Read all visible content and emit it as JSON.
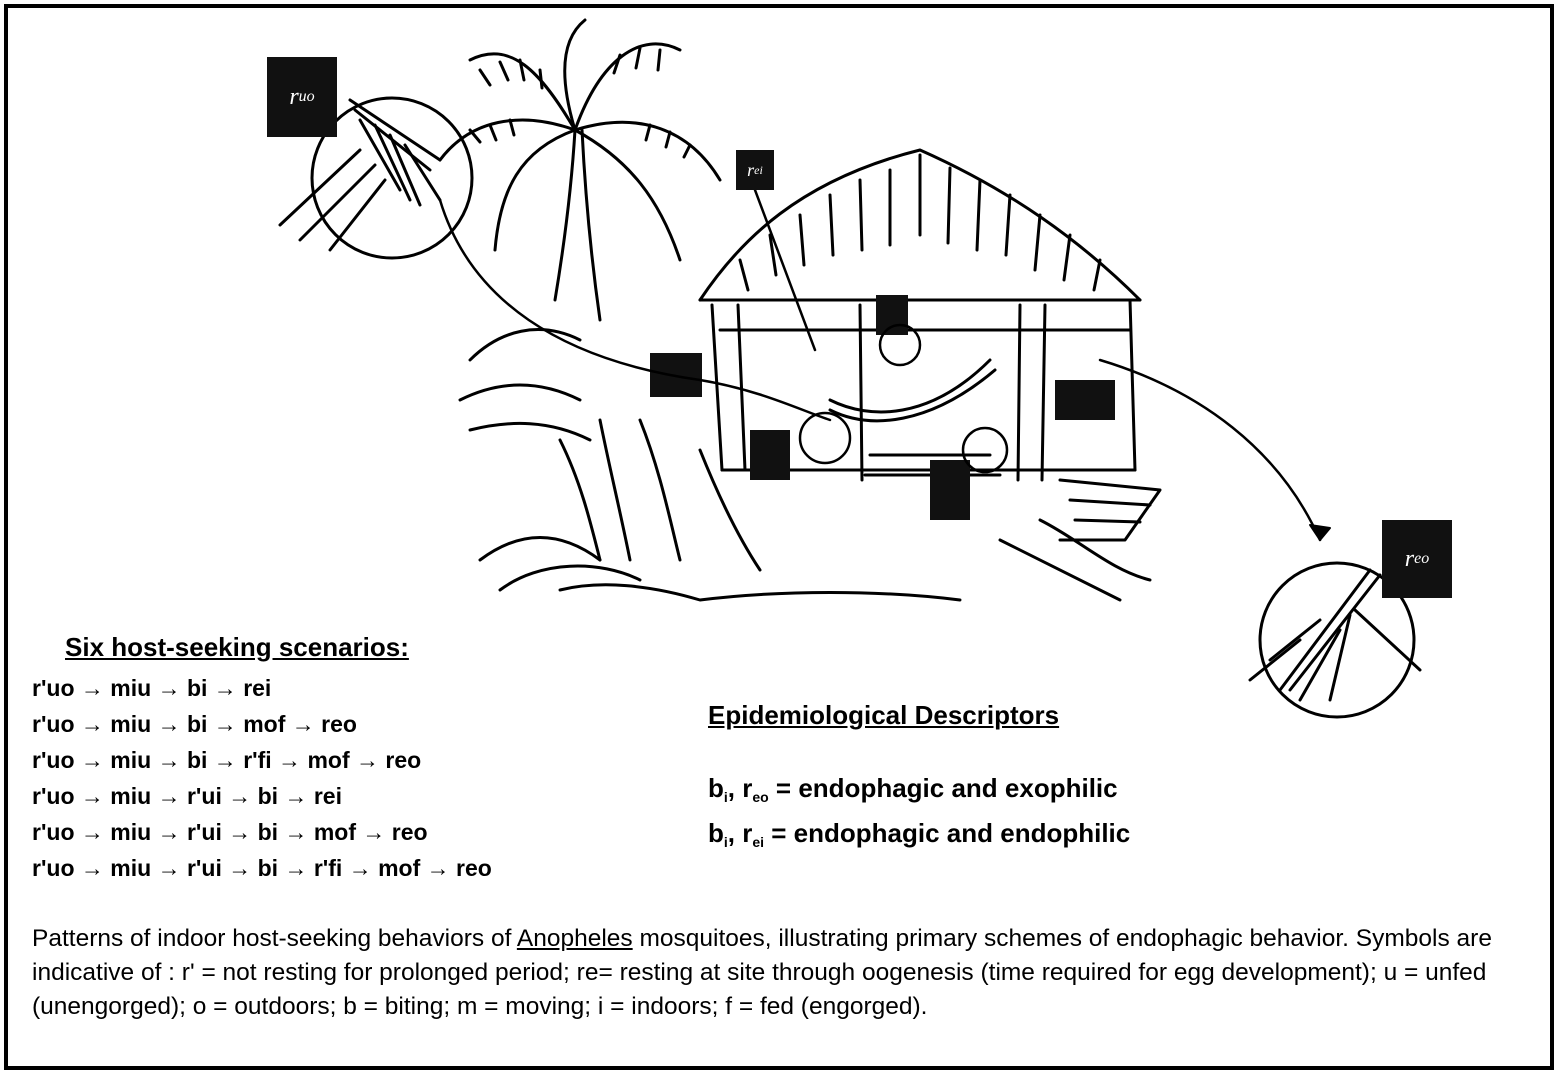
{
  "labels": {
    "r_uo": "r",
    "r_uo_sub": "uo",
    "r_ei": "r",
    "r_ei_sub": "ei",
    "r_eo": "r",
    "r_eo_sub": "eo"
  },
  "scenarios": {
    "heading": "Six host-seeking scenarios:",
    "rows": [
      "r'uo → miu → bi → rei",
      "r'uo → miu → bi → mof → reo",
      "r'uo → miu → bi → r'fi → mof → reo",
      "r'uo → miu → r'ui → bi → rei",
      "r'uo → miu → r'ui → bi → mof → reo",
      "r'uo → miu → r'ui → bi → r'fi → mof → reo"
    ]
  },
  "descriptors": {
    "heading": "Epidemiological Descriptors",
    "line1_text": " = endophagic and exophilic",
    "line2_text": " = endophagic and endophilic"
  },
  "caption": {
    "before": "Patterns of indoor host-seeking behaviors of ",
    "genus": "Anopheles",
    "after": " mosquitoes, illustrating primary schemes of endophagic behavior.  Symbols are indicative of : r' = not resting for prolonged period; re= resting at site through oogenesis (time required for egg development); u = unfed (unengorged); o = outdoors; b = biting; m = moving; i = indoors; f = fed (engorged)."
  }
}
